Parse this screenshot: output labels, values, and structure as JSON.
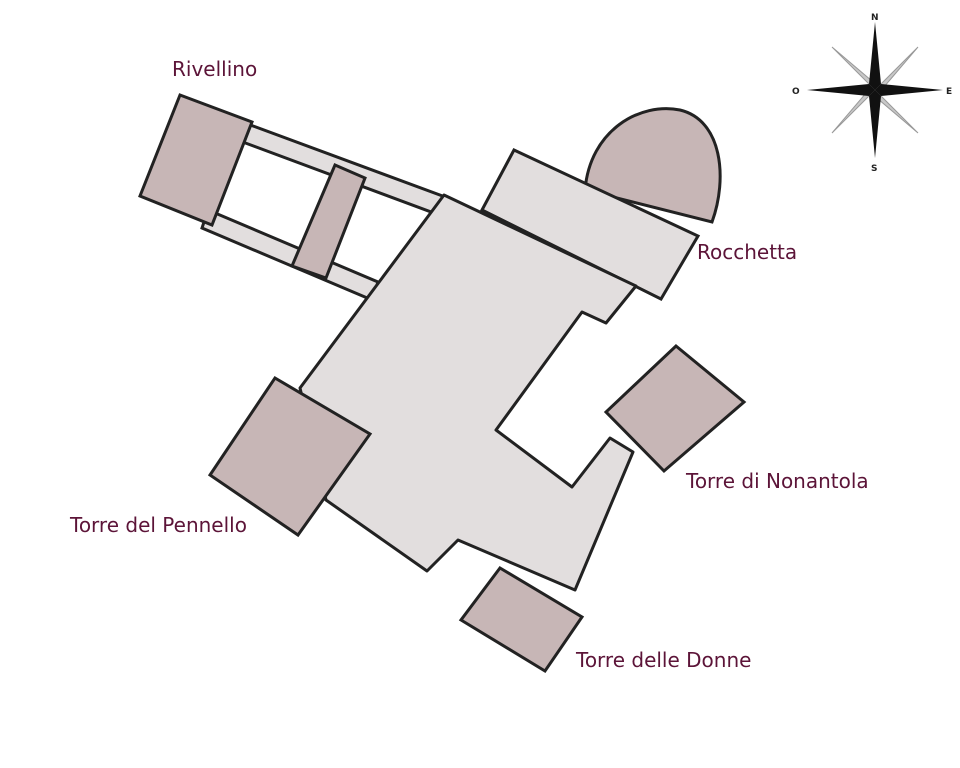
{
  "labels": {
    "rivellino": "Rivellino",
    "rocchetta": "Rocchetta",
    "torre_nonantola": "Torre di Nonantola",
    "torre_pennello": "Torre del Pennello",
    "torre_donne": "Torre delle Donne"
  },
  "compass": {
    "north": "N",
    "south": "S",
    "east": "E",
    "west": "O"
  },
  "colors": {
    "building_fill": "#e2dede",
    "tower_fill": "#c7b6b6",
    "outline": "#222222",
    "label_text": "#5c1438"
  }
}
